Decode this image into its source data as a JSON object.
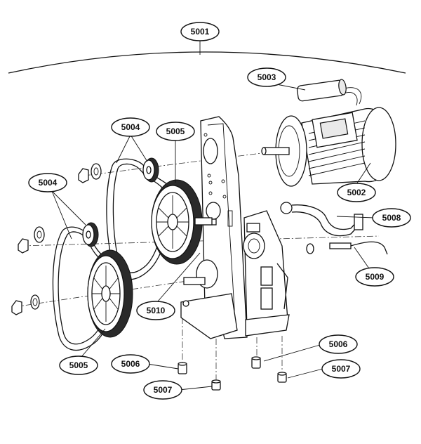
{
  "labels": {
    "assembly": "5001",
    "capacitor": "5003",
    "motor": "5002",
    "pulley_small_upper": "5004",
    "pulley_small_lower": "5004",
    "gear_upper": "5005",
    "gear_lower": "5005",
    "frame": "5010",
    "hose": "5008",
    "sensor": "5009",
    "foot_right": "5006",
    "foot_left": "5006",
    "screw_left": "5007",
    "screw_right": "5007"
  }
}
